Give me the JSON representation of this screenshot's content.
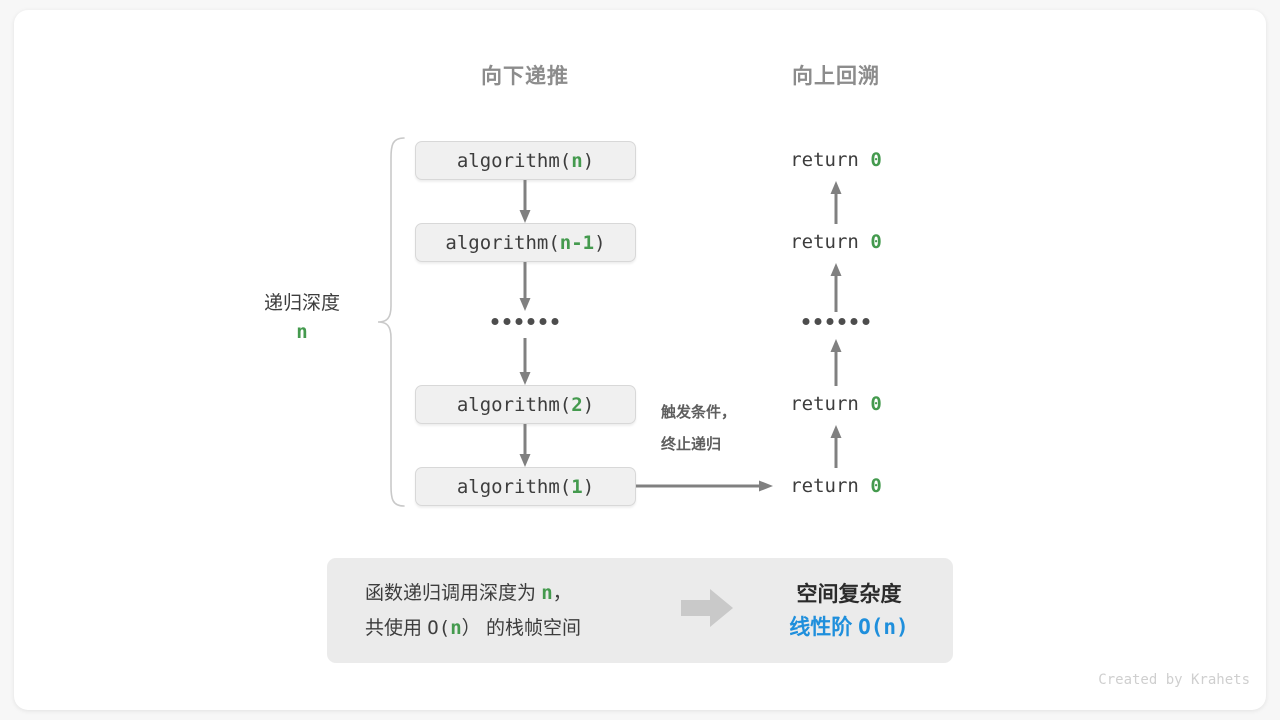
{
  "headers": {
    "down": "向下递推",
    "up": "向上回溯"
  },
  "depth_label": {
    "text": "递归深度",
    "value": "n"
  },
  "calls": [
    {
      "name": "algorithm(",
      "arg": "n",
      "close": ")"
    },
    {
      "name": "algorithm(",
      "arg": "n-1",
      "close": ")"
    },
    {
      "name": "algorithm(",
      "arg": "2",
      "close": ")"
    },
    {
      "name": "algorithm(",
      "arg": "1",
      "close": ")"
    }
  ],
  "returns": [
    {
      "keyword": "return",
      "value": "0"
    },
    {
      "keyword": "return",
      "value": "0"
    },
    {
      "keyword": "return",
      "value": "0"
    },
    {
      "keyword": "return",
      "value": "0"
    }
  ],
  "ellipsis_dots": 6,
  "note": {
    "line1": "触发条件，",
    "line2": "终止递归"
  },
  "summary": {
    "left_line1_a": "函数递归调用深度为",
    "left_line1_n": "n",
    "left_line1_b": "，",
    "left_line2_a": "共使用",
    "left_line2_o": "O(",
    "left_line2_n": "n",
    "left_line2_c": "）",
    "left_line2_b": "的栈帧空间",
    "right_title": "空间复杂度",
    "right_value_label": "线性阶",
    "right_value_expr": "O(n)"
  },
  "credit": "Created by Krahets",
  "colors": {
    "green": "#449a4e",
    "blue": "#1f8fdc",
    "gray_text": "#3d3d3d",
    "header_gray": "#8c8c8c",
    "box_fill": "#f0f0f0",
    "panel_fill": "#ebebeb",
    "arrow_gray": "#808080"
  }
}
